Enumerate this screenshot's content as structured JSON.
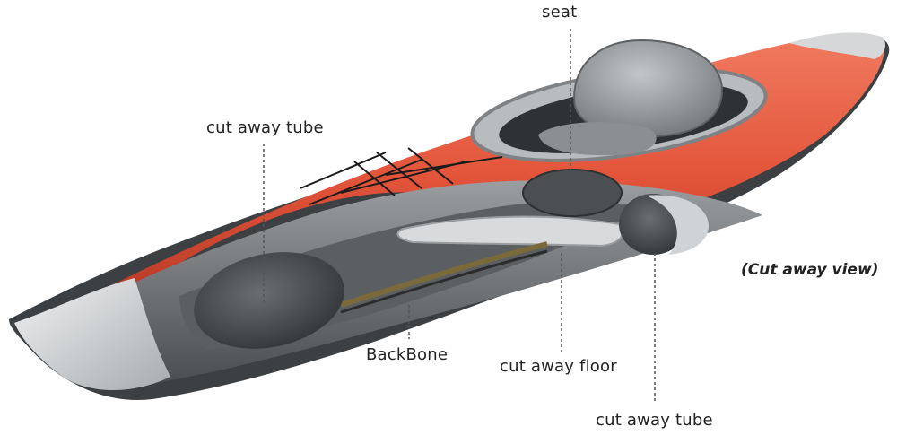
{
  "colors": {
    "hull_red": "#e2543a",
    "hull_red_dark": "#b93a26",
    "hull_gray": "#6f7377",
    "hull_gray_dark": "#3d4043",
    "hull_light": "#cfd2d4",
    "tube_fill": "#45494c",
    "seat_gray": "#8b8f92"
  },
  "labels": {
    "seat": "seat",
    "tube_left": "cut away tube",
    "backbone": "BackBone",
    "floor": "cut away floor",
    "tube_right": "cut away tube",
    "view_note": "(Cut away view)"
  }
}
